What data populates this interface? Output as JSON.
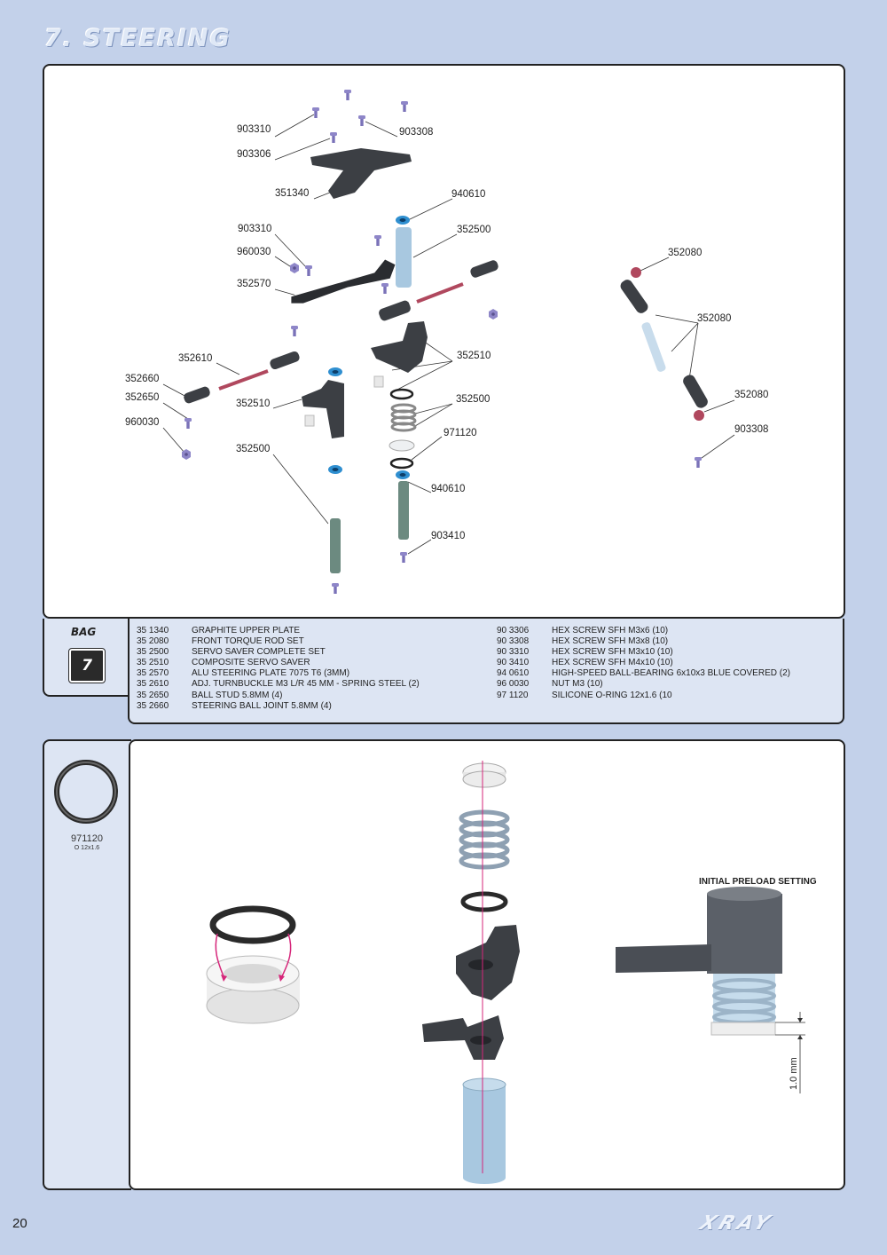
{
  "page": {
    "section_title": "7. STEERING",
    "page_number": "20",
    "brand": "XRAY"
  },
  "exploded_view": {
    "callouts": [
      {
        "label": "903310"
      },
      {
        "label": "903308"
      },
      {
        "label": "903306"
      },
      {
        "label": "351340"
      },
      {
        "label": "940610"
      },
      {
        "label": "903310"
      },
      {
        "label": "352500"
      },
      {
        "label": "960030"
      },
      {
        "label": "352570"
      },
      {
        "label": "352610"
      },
      {
        "label": "352510"
      },
      {
        "label": "352660"
      },
      {
        "label": "352650"
      },
      {
        "label": "352510"
      },
      {
        "label": "352500"
      },
      {
        "label": "960030"
      },
      {
        "label": "971120"
      },
      {
        "label": "352500"
      },
      {
        "label": "940610"
      },
      {
        "label": "903410"
      },
      {
        "label": "352080"
      },
      {
        "label": "352080"
      },
      {
        "label": "352080"
      },
      {
        "label": "903308"
      }
    ]
  },
  "bag": {
    "label": "BAG",
    "number": "7"
  },
  "parts_list": {
    "left": [
      {
        "code": "35 1340",
        "description": "GRAPHITE UPPER PLATE"
      },
      {
        "code": "35 2080",
        "description": "FRONT TORQUE ROD SET"
      },
      {
        "code": "35 2500",
        "description": "SERVO SAVER COMPLETE SET"
      },
      {
        "code": "35 2510",
        "description": "COMPOSITE SERVO SAVER"
      },
      {
        "code": "35 2570",
        "description": "ALU STEERING PLATE 7075 T6 (3MM)"
      },
      {
        "code": "35 2610",
        "description": "ADJ. TURNBUCKLE M3 L/R 45 MM  - SPRING STEEL (2)"
      },
      {
        "code": "35 2650",
        "description": "BALL STUD 5.8MM (4)"
      },
      {
        "code": "35 2660",
        "description": "STEERING BALL JOINT  5.8MM (4)"
      }
    ],
    "right": [
      {
        "code": "90 3306",
        "description": "HEX SCREW  SFH M3x6  (10)"
      },
      {
        "code": "90 3308",
        "description": "HEX SCREW  SFH M3x8  (10)"
      },
      {
        "code": "90 3310",
        "description": "HEX SCREW  SFH M3x10  (10)"
      },
      {
        "code": "90 3410",
        "description": "HEX SCREW  SFH M4x10  (10)"
      },
      {
        "code": "94 0610",
        "description": "HIGH-SPEED BALL-BEARING 6x10x3 BLUE COVERED (2)"
      },
      {
        "code": "96 0030",
        "description": "NUT M3  (10)"
      },
      {
        "code": "97 1120",
        "description": "SILICONE O-RING 12x1.6 (10"
      }
    ]
  },
  "oring_reference": {
    "code": "971120",
    "size": "O 12x1.6"
  },
  "assembly_detail": {
    "preload_label": "INITIAL PRELOAD SETTING",
    "dimension_label": "1.0 mm"
  },
  "colors": {
    "page_background": "#c3d1ea",
    "panel_background": "#ffffff",
    "light_panel": "#dde5f3",
    "screw_purple": "#8e86c8",
    "bearing_blue": "#3aa0d8",
    "rod_red": "#b0485e",
    "part_dark": "#3c3f44",
    "alu_blue": "#a8c8e0",
    "guide_magenta": "#d6267a"
  }
}
